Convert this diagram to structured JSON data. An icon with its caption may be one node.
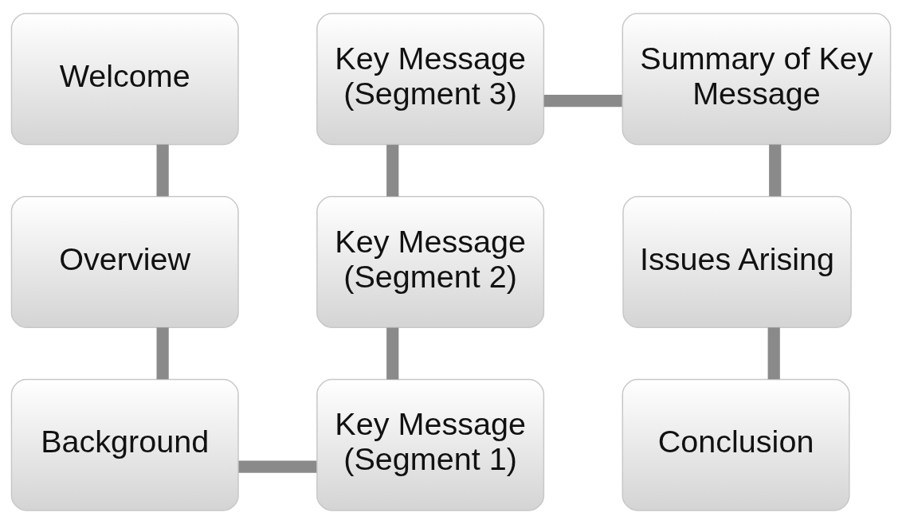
{
  "diagram": {
    "nodes": [
      {
        "text": [
          "Welcome"
        ]
      },
      {
        "text": [
          "Overview"
        ]
      },
      {
        "text": [
          "Background"
        ]
      },
      {
        "text": [
          "Key Message (Segment 1)"
        ]
      },
      {
        "text": [
          "Key Message (Segment 2)"
        ]
      },
      {
        "text": [
          "Key Message (Segment 3)"
        ]
      },
      {
        "text": [
          "Summary of Key Message"
        ]
      },
      {
        "text": [
          "Issues Arising"
        ]
      },
      {
        "text": [
          "Conclusion"
        ]
      }
    ],
    "edges": [
      {
        "from": 0,
        "to": 1,
        "arrow": "none"
      },
      {
        "from": 1,
        "to": 2,
        "arrow": "none"
      },
      {
        "from": 2,
        "to": 3,
        "arrow": "none"
      },
      {
        "from": 3,
        "to": 4,
        "arrow": "none"
      },
      {
        "from": 4,
        "to": 5,
        "arrow": "none"
      },
      {
        "from": 5,
        "to": 6,
        "arrow": "none"
      },
      {
        "from": 6,
        "to": 7,
        "arrow": "none"
      },
      {
        "from": 7,
        "to": 8,
        "arrow": "none"
      }
    ]
  }
}
